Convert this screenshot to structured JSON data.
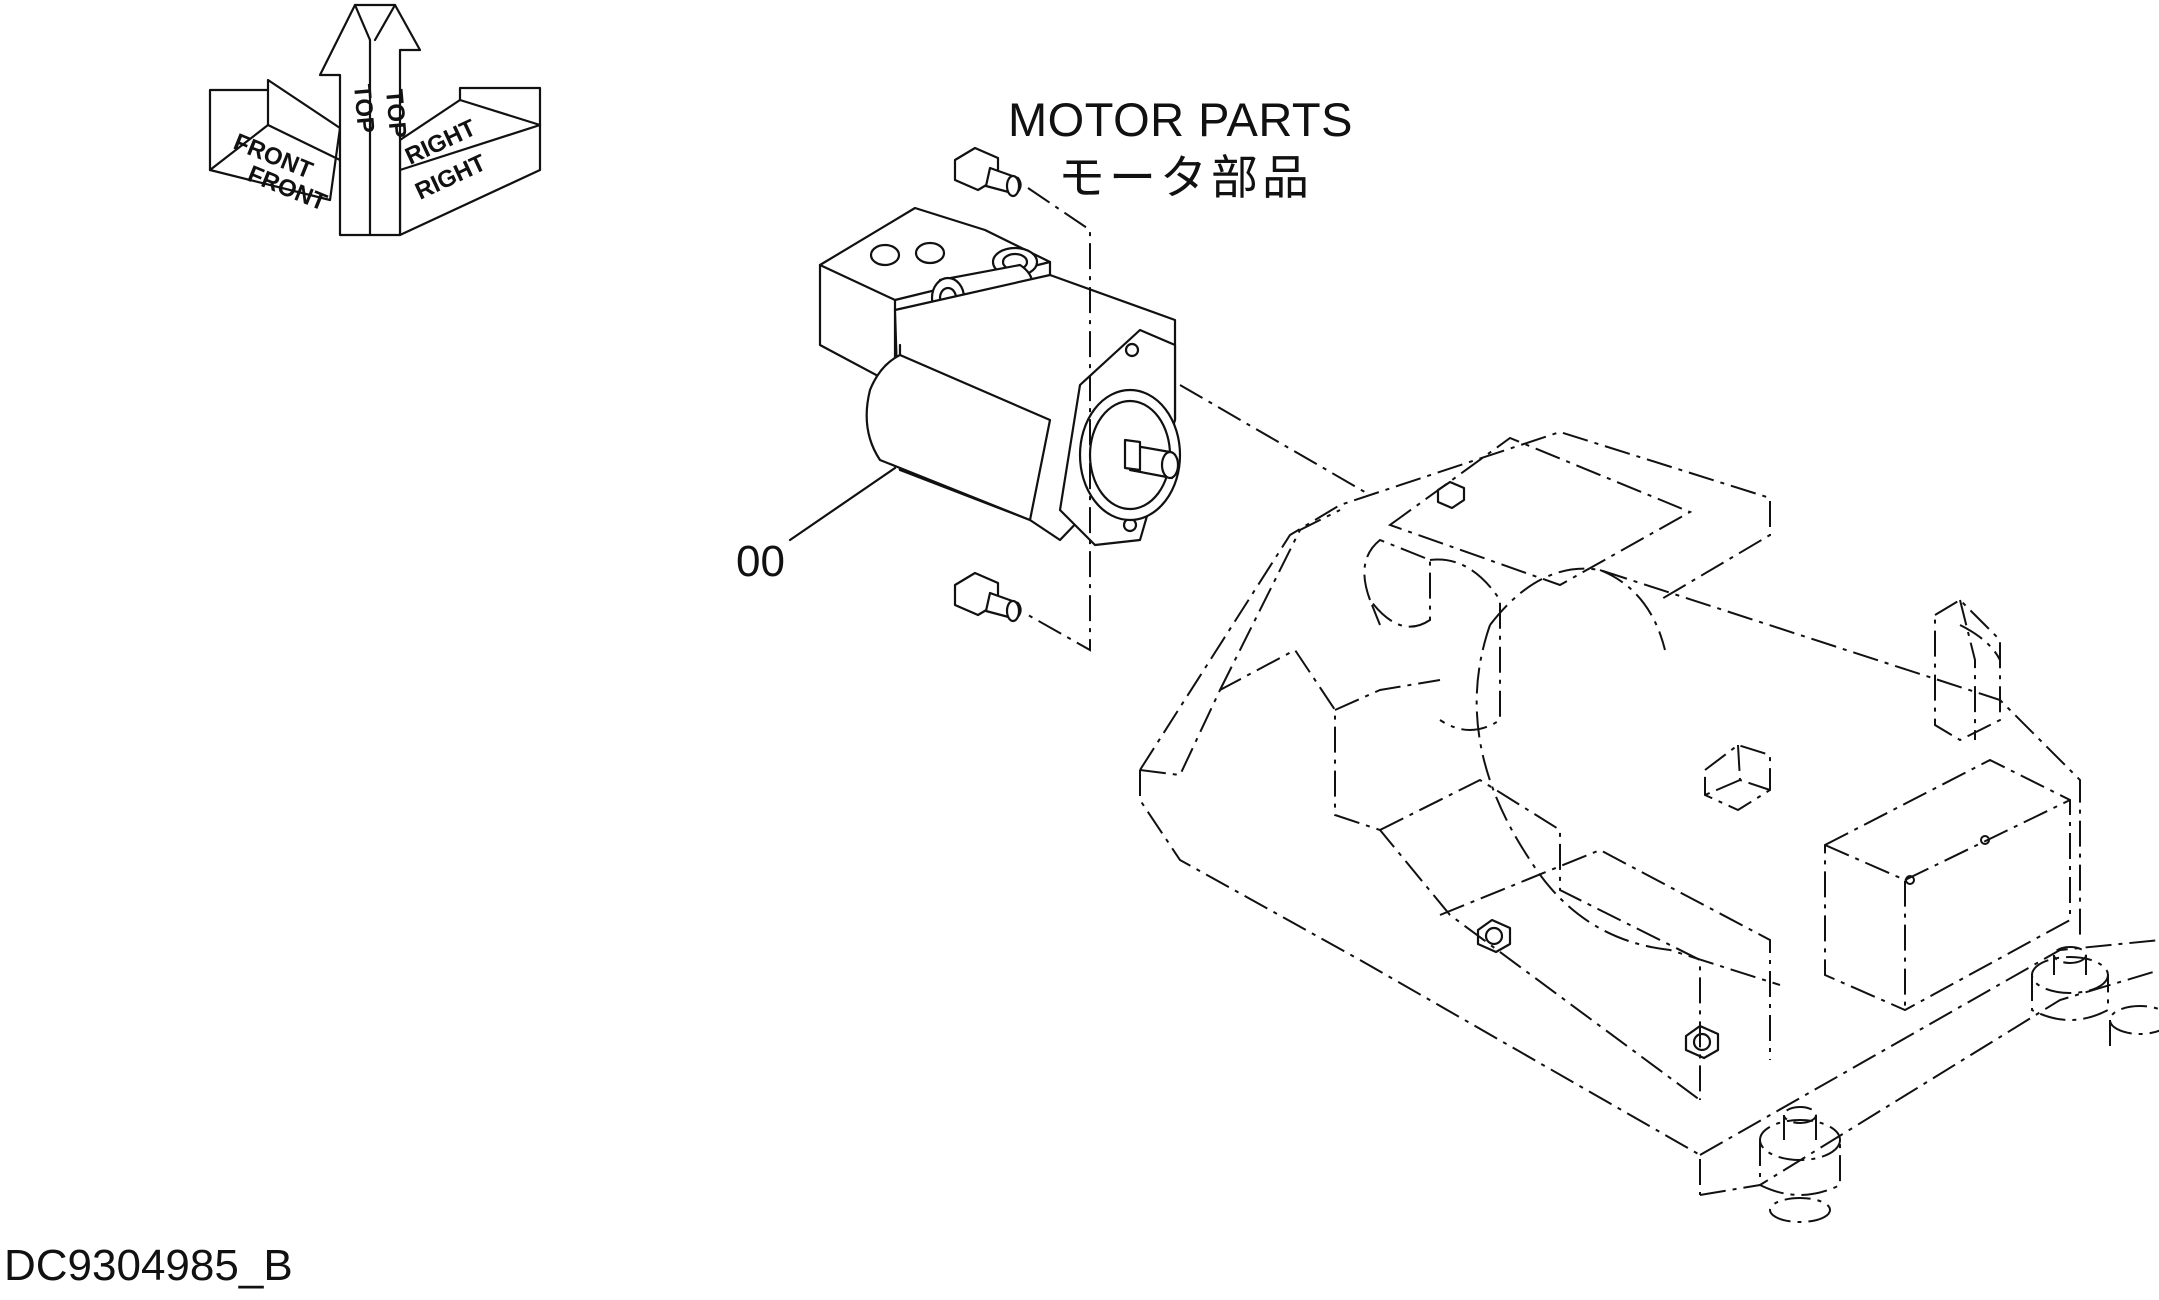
{
  "title": {
    "english": "MOTOR PARTS",
    "japanese": "モータ部品"
  },
  "callout_label": "00",
  "drawing_number": "DC9304985_B",
  "orientation": {
    "front_label": "FRONT",
    "top_label": "TOP",
    "right_label": "RIGHT"
  },
  "colors": {
    "ink": "#111111",
    "paper": "#ffffff"
  }
}
